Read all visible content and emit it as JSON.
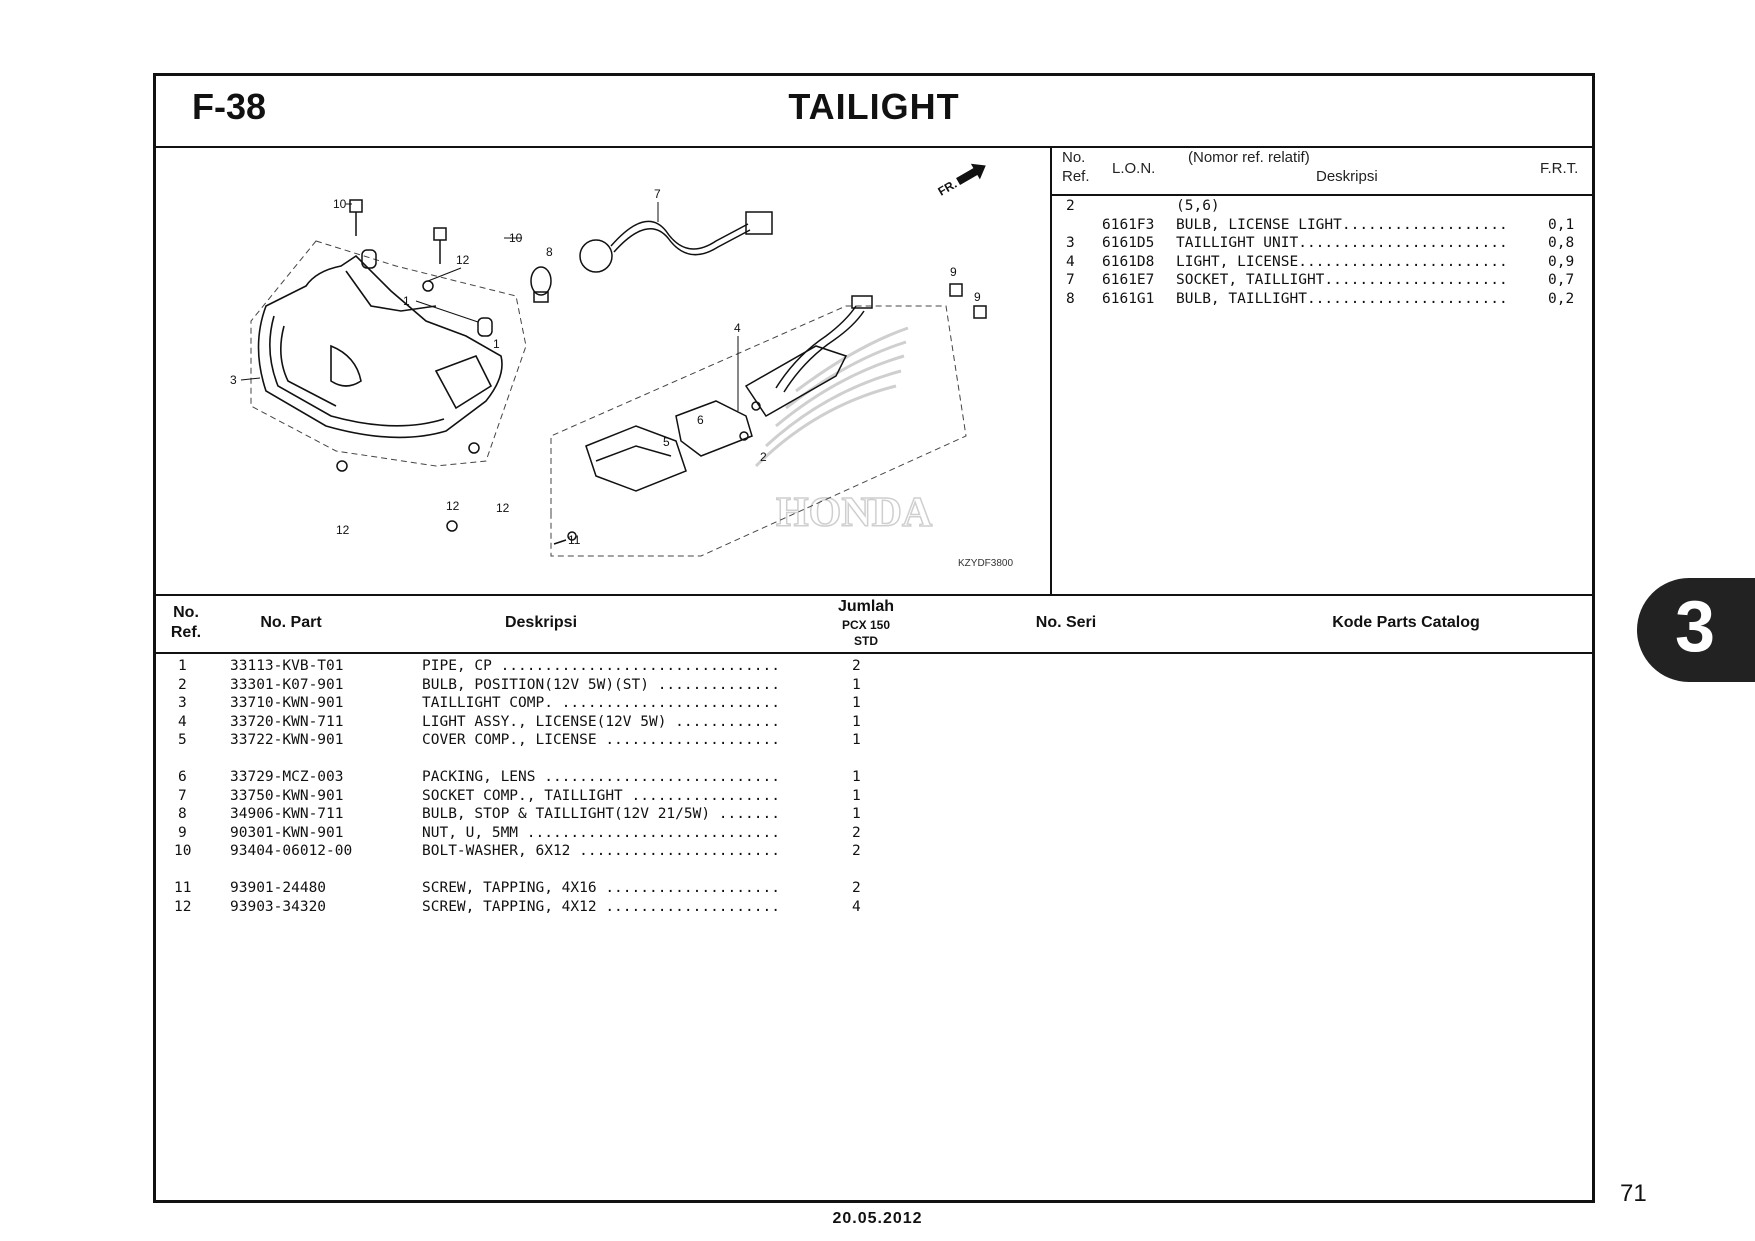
{
  "header": {
    "code": "F-38",
    "title": "TAILIGHT"
  },
  "diagram": {
    "code": "KZYDF3800",
    "direction_label": "FR.",
    "brand_watermark": "HONDA",
    "callouts": [
      "10",
      "7",
      "8",
      "12",
      "10",
      "9",
      "9",
      "1",
      "1",
      "3",
      "4",
      "6",
      "5",
      "2",
      "12",
      "12",
      "12",
      "11"
    ]
  },
  "frt": {
    "col_no": "No.",
    "col_ref": "Ref.",
    "col_lon": "L.O.N.",
    "col_relatif": "(Nomor ref. relatif)",
    "col_desc": "Deskripsi",
    "col_frt": "F.R.T.",
    "rows": [
      {
        "ref": "2",
        "lon": "",
        "desc": "(5,6)",
        "frt": ""
      },
      {
        "ref": "",
        "lon": "6161F3",
        "desc": "BULB, LICENSE LIGHT...................",
        "frt": "0,1"
      },
      {
        "ref": "3",
        "lon": "6161D5",
        "desc": "TAILLIGHT UNIT........................",
        "frt": "0,8"
      },
      {
        "ref": "4",
        "lon": "6161D8",
        "desc": "LIGHT, LICENSE........................",
        "frt": "0,9"
      },
      {
        "ref": "7",
        "lon": "6161E7",
        "desc": "SOCKET, TAILLIGHT.....................",
        "frt": "0,7"
      },
      {
        "ref": "8",
        "lon": "6161G1",
        "desc": "BULB, TAILLIGHT.......................",
        "frt": "0,2"
      }
    ]
  },
  "parts": {
    "col_no": "No.",
    "col_ref": "Ref.",
    "col_part": "No. Part",
    "col_desc": "Deskripsi",
    "col_qty": "Jumlah",
    "col_model": "PCX 150",
    "col_std": "STD",
    "col_seri": "No. Seri",
    "col_catalog": "Kode Parts Catalog",
    "group1": [
      {
        "ref": "1",
        "part": "33113-KVB-T01",
        "desc": "PIPE, CP ................................",
        "qty": "2"
      },
      {
        "ref": "2",
        "part": "33301-K07-901",
        "desc": "BULB, POSITION(12V 5W)(ST) ..............",
        "qty": "1"
      },
      {
        "ref": "3",
        "part": "33710-KWN-901",
        "desc": "TAILLIGHT COMP. .........................",
        "qty": "1"
      },
      {
        "ref": "4",
        "part": "33720-KWN-711",
        "desc": "LIGHT ASSY., LICENSE(12V 5W) ............",
        "qty": "1"
      },
      {
        "ref": "5",
        "part": "33722-KWN-901",
        "desc": "COVER COMP., LICENSE ....................",
        "qty": "1"
      }
    ],
    "group2": [
      {
        "ref": "6",
        "part": "33729-MCZ-003",
        "desc": "PACKING, LENS ...........................",
        "qty": "1"
      },
      {
        "ref": "7",
        "part": "33750-KWN-901",
        "desc": "SOCKET COMP., TAILLIGHT .................",
        "qty": "1"
      },
      {
        "ref": "8",
        "part": "34906-KWN-711",
        "desc": "BULB, STOP & TAILLIGHT(12V 21/5W) .......",
        "qty": "1"
      },
      {
        "ref": "9",
        "part": "90301-KWN-901",
        "desc": "NUT, U, 5MM .............................",
        "qty": "2"
      },
      {
        "ref": "10",
        "part": "93404-06012-00",
        "desc": "BOLT-WASHER, 6X12 .......................",
        "qty": "2"
      }
    ],
    "group3": [
      {
        "ref": "11",
        "part": "93901-24480",
        "desc": "SCREW, TAPPING, 4X16 ....................",
        "qty": "2"
      },
      {
        "ref": "12",
        "part": "93903-34320",
        "desc": "SCREW, TAPPING, 4X12 ....................",
        "qty": "4"
      }
    ]
  },
  "section_tab": "3",
  "page_number": "71",
  "date": "20.05.2012"
}
